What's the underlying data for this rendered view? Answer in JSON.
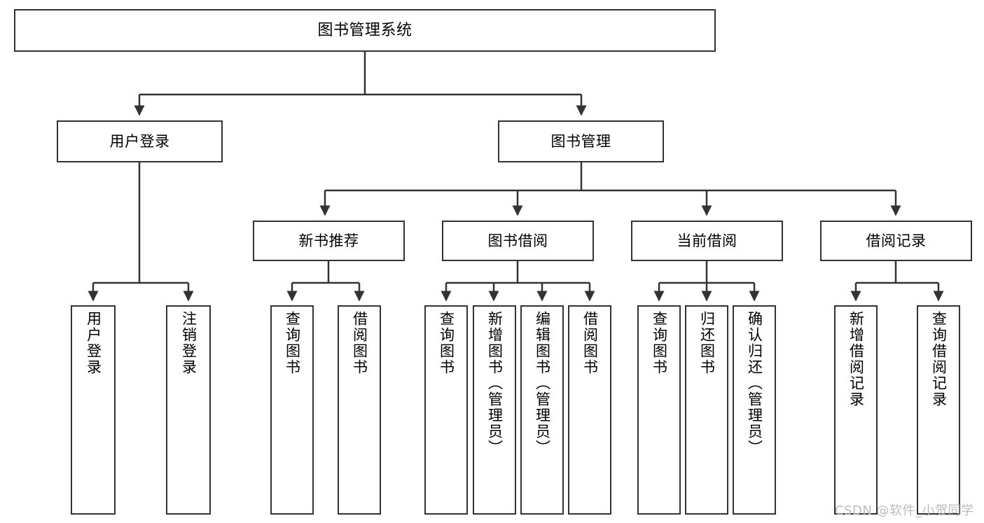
{
  "diagram": {
    "type": "tree-hierarchy-chart",
    "title": "图书管理系统",
    "colors": {
      "box_border": "#333333",
      "box_fill": "#ffffff",
      "connector": "#333333",
      "background": "#ffffff",
      "watermark": "#bbbbbb"
    },
    "nodes": {
      "root": {
        "label": "图书管理系统"
      },
      "level2": [
        {
          "id": "user-login",
          "label": "用户登录"
        },
        {
          "id": "book-manage",
          "label": "图书管理"
        }
      ],
      "level3": [
        {
          "id": "new-book-recommend",
          "label": "新书推荐"
        },
        {
          "id": "book-borrow",
          "label": "图书借阅"
        },
        {
          "id": "current-borrow",
          "label": "当前借阅"
        },
        {
          "id": "borrow-record",
          "label": "借阅记录"
        }
      ],
      "leaves": {
        "user_login": [
          {
            "id": "leaf-user-login",
            "label": "用户登录"
          },
          {
            "id": "leaf-logout-login",
            "label": "注销登录"
          }
        ],
        "new_book_recommend": [
          {
            "id": "leaf-query-book-1",
            "label": "查询图书"
          },
          {
            "id": "leaf-borrow-book-1",
            "label": "借阅图书"
          }
        ],
        "book_borrow": [
          {
            "id": "leaf-query-book-2",
            "label": "查询图书"
          },
          {
            "id": "leaf-add-book",
            "label": "新增图书（管理员）"
          },
          {
            "id": "leaf-edit-book",
            "label": "编辑图书（管理员）"
          },
          {
            "id": "leaf-borrow-book-2",
            "label": "借阅图书"
          }
        ],
        "current_borrow": [
          {
            "id": "leaf-query-book-3",
            "label": "查询图书"
          },
          {
            "id": "leaf-return-book",
            "label": "归还图书"
          },
          {
            "id": "leaf-confirm-return",
            "label": "确认归还（管理员）"
          }
        ],
        "borrow_record": [
          {
            "id": "leaf-add-record",
            "label": "新增借阅记录"
          },
          {
            "id": "leaf-query-record",
            "label": "查询借阅记录"
          }
        ]
      }
    }
  },
  "watermark": {
    "text": "CSDN @软件_小贺同学"
  }
}
